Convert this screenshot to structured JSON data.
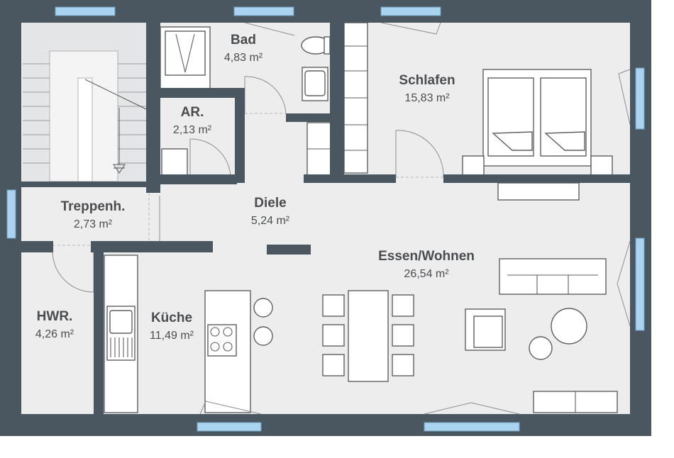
{
  "plan": {
    "colors": {
      "wall": "#4a5660",
      "floor": "#ededee",
      "window": "#a9d3ee",
      "furniture_stroke": "#5c5f62",
      "label": "#4a4d50"
    },
    "rooms": {
      "bad": {
        "name": "Bad",
        "area": "4,83 m²"
      },
      "schlafen": {
        "name": "Schlafen",
        "area": "15,83 m²"
      },
      "ar": {
        "name": "AR.",
        "area": "2,13 m²"
      },
      "treppenhaus": {
        "name": "Treppenh.",
        "area": "2,73 m²"
      },
      "diele": {
        "name": "Diele",
        "area": "5,24 m²"
      },
      "essen_wohnen": {
        "name": "Essen/Wohnen",
        "area": "26,54 m²"
      },
      "hwr": {
        "name": "HWR.",
        "area": "4,26 m²"
      },
      "kueche": {
        "name": "Küche",
        "area": "11,49 m²"
      }
    }
  }
}
